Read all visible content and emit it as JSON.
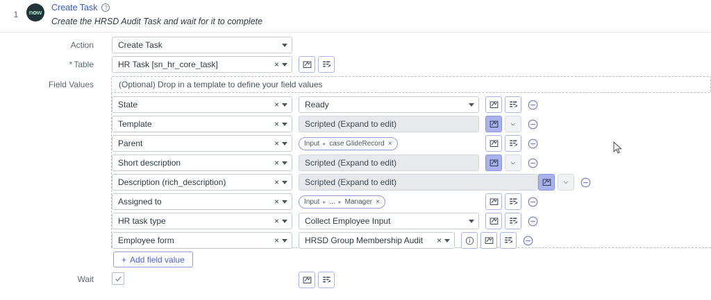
{
  "step": {
    "number": "1",
    "logo_text": "now",
    "title": "Create Task",
    "subtitle": "Create the HRSD Audit Task and wait for it to complete",
    "help_icon": "help-circle-icon"
  },
  "form": {
    "action": {
      "label": "Action",
      "value": "Create Task"
    },
    "table": {
      "label": "Table",
      "required_marker": "*",
      "value": "HR Task [sn_hr_core_task]"
    },
    "field_values": {
      "label": "Field Values",
      "placeholder": "(Optional) Drop in a template to define your field values"
    },
    "wait": {
      "label": "Wait",
      "checked": true
    }
  },
  "add_field_value": {
    "plus": "+",
    "label": "Add field value"
  },
  "rows": [
    {
      "field": "State",
      "value": "Ready",
      "value_kind": "select",
      "script_active": false,
      "has_data_pill_btn": true,
      "has_info_btn": false
    },
    {
      "field": "Template",
      "value": "Scripted (Expand to edit)",
      "value_kind": "scripted",
      "script_active": true,
      "has_data_pill_btn": false,
      "has_info_btn": false
    },
    {
      "field": "Parent",
      "value": "",
      "value_kind": "pill",
      "pill": {
        "prefix": "Input",
        "middle": "",
        "leaf": "case GlideRecord",
        "remove": "×"
      },
      "script_active": false,
      "has_data_pill_btn": true,
      "has_info_btn": false
    },
    {
      "field": "Short description",
      "value": "Scripted (Expand to edit)",
      "value_kind": "scripted",
      "script_active": true,
      "has_data_pill_btn": false,
      "has_info_btn": false
    },
    {
      "field": "Description (rich_description)",
      "value": "Scripted (Expand to edit)",
      "value_kind": "scripted-wide",
      "script_active": true,
      "has_data_pill_btn": false,
      "has_info_btn": false
    },
    {
      "field": "Assigned to",
      "value": "",
      "value_kind": "pill",
      "pill": {
        "prefix": "Input",
        "middle": "...",
        "leaf": "Manager",
        "remove": "×"
      },
      "script_active": false,
      "has_data_pill_btn": true,
      "has_info_btn": false
    },
    {
      "field": "HR task type",
      "value": "Collect Employee Input",
      "value_kind": "select",
      "script_active": false,
      "has_data_pill_btn": true,
      "has_info_btn": false
    },
    {
      "field": "Employee form",
      "value": "HRSD Group Membership Audit",
      "value_kind": "reference",
      "script_active": false,
      "has_data_pill_btn": true,
      "has_info_btn": true
    }
  ],
  "icons": {
    "clear": "×",
    "script": "script-icon",
    "data_pill": "data-pill-icon",
    "chevron_down": "chevron-down-icon",
    "remove": "circle-minus-icon",
    "info": "info-circle-icon",
    "check": "check-icon"
  },
  "colors": {
    "link": "#3a5bbf",
    "accent": "#4a5fd0",
    "active_btn": "#aab2ec",
    "border": "#c6ccd2",
    "disabled_bg": "#e7e9ec",
    "logo_bg": "#1f3438"
  }
}
